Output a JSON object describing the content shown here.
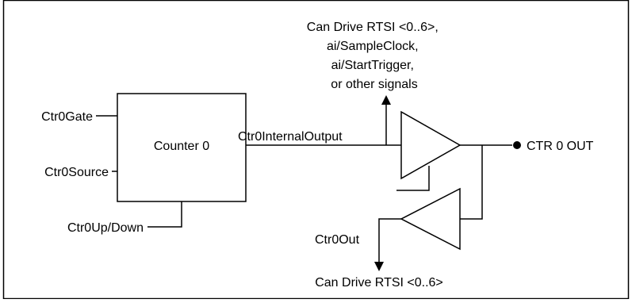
{
  "inputs": {
    "gate": "Ctr0Gate",
    "source": "Ctr0Source",
    "up_down": "Ctr0Up/Down"
  },
  "counter": {
    "label": "Counter 0"
  },
  "internal_output": {
    "label": "Ctr0InternalOutput"
  },
  "top_output": {
    "lines": [
      "Can Drive RTSI <0..6>,",
      "ai/SampleClock,",
      "ai/StartTrigger,",
      "or other signals"
    ]
  },
  "pin": {
    "label": "CTR 0 OUT"
  },
  "return_path": {
    "signal_label": "Ctr0Out",
    "drive_label": "Can Drive RTSI <0..6>"
  },
  "colors": {
    "ink": "#000000",
    "background": "#ffffff"
  }
}
